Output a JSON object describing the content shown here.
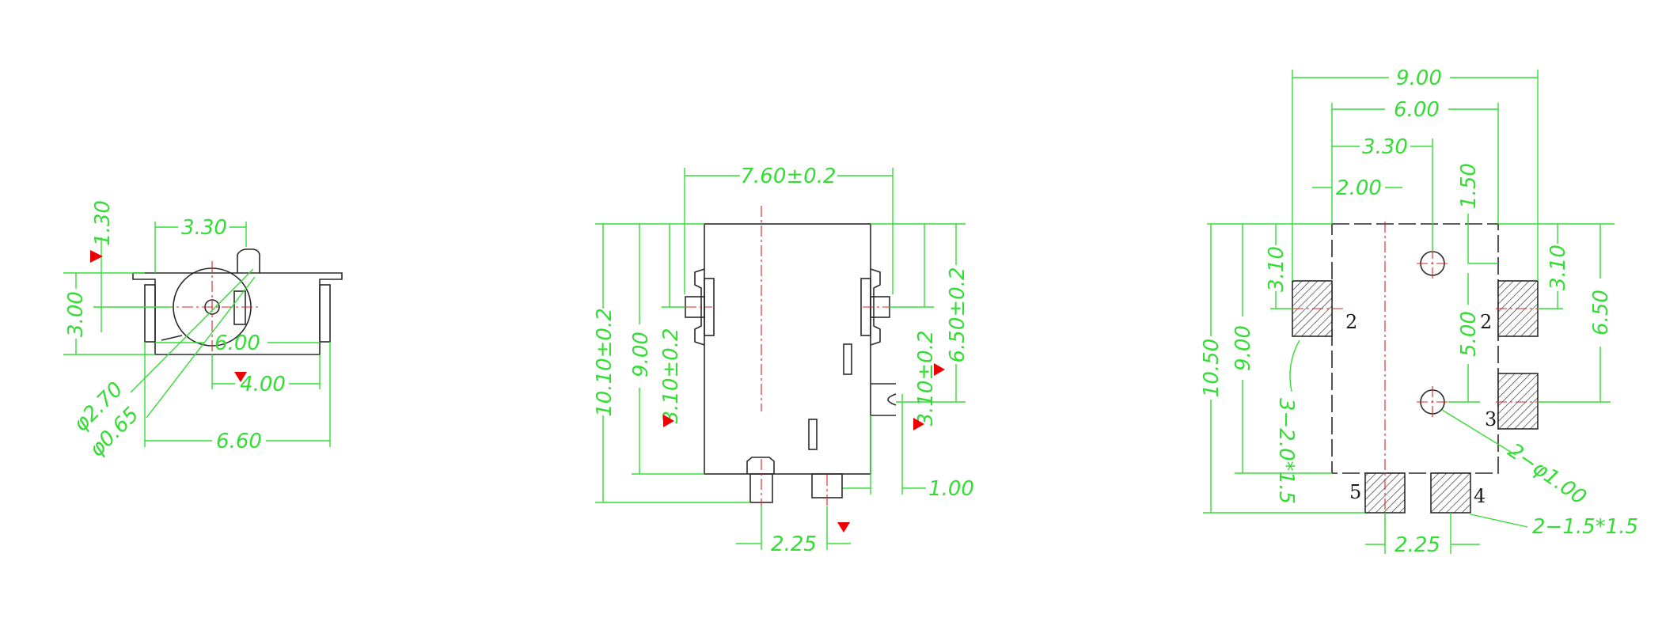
{
  "colors": {
    "dimension": "#33dd33",
    "outline": "#2a2a2a",
    "centerline": "#e02020",
    "marker": "#ee0000"
  },
  "side_view": {
    "dims": {
      "d_1_30": "1.30",
      "d_3_30": "3.30",
      "d_3_00": "3.00",
      "d_6_00": "6.00",
      "d_4_00": "4.00",
      "d_6_60": "6.60",
      "dia_2_70": "φ2.70",
      "dia_0_65": "φ0.65"
    }
  },
  "front_view": {
    "dims": {
      "width": "7.60±0.2",
      "height_total": "10.10±0.2",
      "height_body": "9.00",
      "left_3_10": "3.10±0.2",
      "right_3_10": "3.10±0.2",
      "right_6_50": "6.50±0.2",
      "gap_1_00": "1.00",
      "pitch_2_25": "2.25"
    }
  },
  "footprint_view": {
    "dims": {
      "w_9_00": "9.00",
      "w_6_00": "6.00",
      "w_3_30": "3.30",
      "w_2_00": "2.00",
      "h_1_50": "1.50",
      "left_3_10": "3.10",
      "right_3_10": "3.10",
      "h_5_00": "5.00",
      "h_6_50": "6.50",
      "h_9_00": "9.00",
      "h_10_50": "10.50",
      "pitch_2_25": "2.25"
    },
    "notes": {
      "pads_3": "3−2.0*1.5",
      "holes": "2−φ1.00",
      "pads_2": "2−1.5*1.5"
    },
    "pins": {
      "pin_left": "2",
      "pin_right_top": "2",
      "pin_right_bottom": "3",
      "pin_bottom_left": "5",
      "pin_bottom_right": "4"
    }
  }
}
